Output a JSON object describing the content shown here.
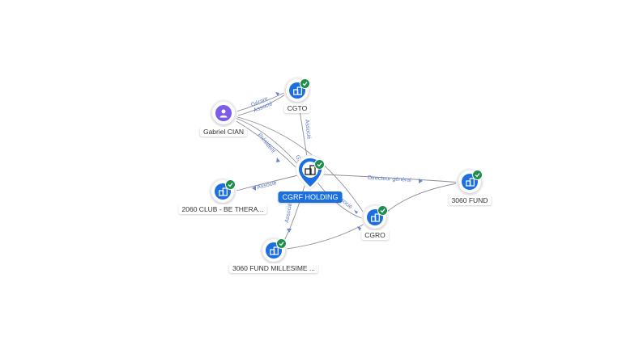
{
  "nodes": {
    "cgrf_holding": {
      "label": "CGRF HOLDING"
    },
    "gabriel_cian": {
      "label": "Gabriel CIAN"
    },
    "cgto": {
      "label": "CGTO"
    },
    "club_2060": {
      "label": "2060 CLUB - BE THERA..."
    },
    "cgro": {
      "label": "CGRO"
    },
    "fund_3060": {
      "label": "3060 FUND"
    },
    "fund_3060_millesime": {
      "label": "3060 FUND MILLESIME ..."
    }
  },
  "edges": {
    "gabriel_cgto_gerant": "Gérant",
    "gabriel_cgto_associe": "Associé",
    "gabriel_cgrf_president": "Président",
    "gabriel_cgrf_gerant": "Gé...",
    "cgrf_cgto_associe": "Associé",
    "cgrf_club_associe": "Associé",
    "cgrf_fund_directeur": "Directeur général",
    "cgrf_cgro_associe": "Associé",
    "cgrf_millesime_associe": "Associé"
  },
  "icons": {
    "company": "building-icon",
    "person": "person-icon",
    "verified": "check-badge-icon"
  },
  "colors": {
    "company": "#1c6fe0",
    "person": "#7c5ce6",
    "verified": "#1f8f4d",
    "edge_label": "#5b78c7"
  }
}
